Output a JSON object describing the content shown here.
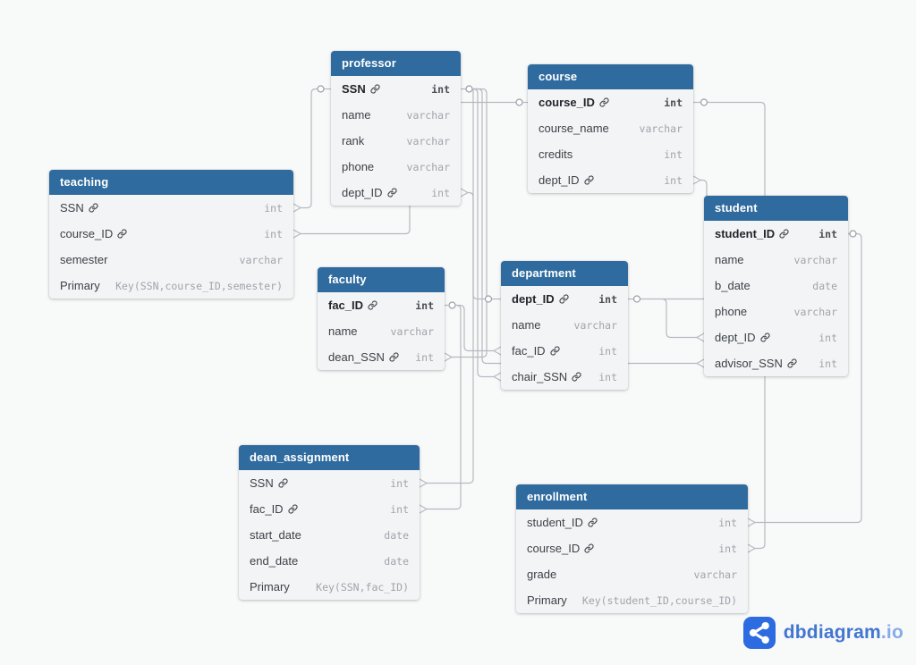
{
  "branding": {
    "name": "dbdiagram",
    "tld": ".io"
  },
  "colors": {
    "table_header": "#2f6b9e",
    "canvas_background": "#f8f9f9",
    "relationship_line": "#b5bac0",
    "logo_square": "#2d6be0",
    "logo_text": "#4276d0",
    "logo_tld": "#85abe8"
  },
  "tables": [
    {
      "name": "teaching",
      "fields": [
        {
          "name": "SSN",
          "type": "int",
          "link": true
        },
        {
          "name": "course_ID",
          "type": "int",
          "link": true
        },
        {
          "name": "semester",
          "type": "varchar"
        },
        {
          "name": "Primary",
          "type": "Key(SSN,course_ID,semester)",
          "meta": true
        }
      ]
    },
    {
      "name": "professor",
      "fields": [
        {
          "name": "SSN",
          "type": "int",
          "link": true,
          "pk": true
        },
        {
          "name": "name",
          "type": "varchar"
        },
        {
          "name": "rank",
          "type": "varchar"
        },
        {
          "name": "phone",
          "type": "varchar"
        },
        {
          "name": "dept_ID",
          "type": "int",
          "link": true
        }
      ]
    },
    {
      "name": "course",
      "fields": [
        {
          "name": "course_ID",
          "type": "int",
          "link": true,
          "pk": true
        },
        {
          "name": "course_name",
          "type": "varchar"
        },
        {
          "name": "credits",
          "type": "int"
        },
        {
          "name": "dept_ID",
          "type": "int",
          "link": true
        }
      ]
    },
    {
      "name": "student",
      "fields": [
        {
          "name": "student_ID",
          "type": "int",
          "link": true,
          "pk": true
        },
        {
          "name": "name",
          "type": "varchar"
        },
        {
          "name": "b_date",
          "type": "date"
        },
        {
          "name": "phone",
          "type": "varchar"
        },
        {
          "name": "dept_ID",
          "type": "int",
          "link": true
        },
        {
          "name": "advisor_SSN",
          "type": "int",
          "link": true
        }
      ]
    },
    {
      "name": "faculty",
      "fields": [
        {
          "name": "fac_ID",
          "type": "int",
          "link": true,
          "pk": true
        },
        {
          "name": "name",
          "type": "varchar"
        },
        {
          "name": "dean_SSN",
          "type": "int",
          "link": true
        }
      ]
    },
    {
      "name": "department",
      "fields": [
        {
          "name": "dept_ID",
          "type": "int",
          "link": true,
          "pk": true
        },
        {
          "name": "name",
          "type": "varchar"
        },
        {
          "name": "fac_ID",
          "type": "int",
          "link": true
        },
        {
          "name": "chair_SSN",
          "type": "int",
          "link": true
        }
      ]
    },
    {
      "name": "dean_assignment",
      "fields": [
        {
          "name": "SSN",
          "type": "int",
          "link": true
        },
        {
          "name": "fac_ID",
          "type": "int",
          "link": true
        },
        {
          "name": "start_date",
          "type": "date"
        },
        {
          "name": "end_date",
          "type": "date"
        },
        {
          "name": "Primary",
          "type": "Key(SSN,fac_ID)",
          "meta": true
        }
      ]
    },
    {
      "name": "enrollment",
      "fields": [
        {
          "name": "student_ID",
          "type": "int",
          "link": true
        },
        {
          "name": "course_ID",
          "type": "int",
          "link": true
        },
        {
          "name": "grade",
          "type": "varchar"
        },
        {
          "name": "Primary",
          "type": "Key(student_ID,course_ID)",
          "meta": true
        }
      ]
    }
  ],
  "relationships": [
    {
      "from": "teaching.SSN",
      "to": "professor.SSN"
    },
    {
      "from": "teaching.course_ID",
      "to": "course.course_ID"
    },
    {
      "from": "dean_assignment.SSN",
      "to": "professor.SSN"
    },
    {
      "from": "department.chair_SSN",
      "to": "professor.SSN"
    },
    {
      "from": "student.advisor_SSN",
      "to": "professor.SSN"
    },
    {
      "from": "faculty.dean_SSN",
      "to": "professor.SSN"
    },
    {
      "from": "professor.dept_ID",
      "to": "department.dept_ID"
    },
    {
      "from": "course.dept_ID",
      "to": "department.dept_ID"
    },
    {
      "from": "student.dept_ID",
      "to": "department.dept_ID"
    },
    {
      "from": "department.fac_ID",
      "to": "faculty.fac_ID"
    },
    {
      "from": "dean_assignment.fac_ID",
      "to": "faculty.fac_ID"
    },
    {
      "from": "enrollment.student_ID",
      "to": "student.student_ID"
    },
    {
      "from": "enrollment.course_ID",
      "to": "course.course_ID"
    }
  ]
}
